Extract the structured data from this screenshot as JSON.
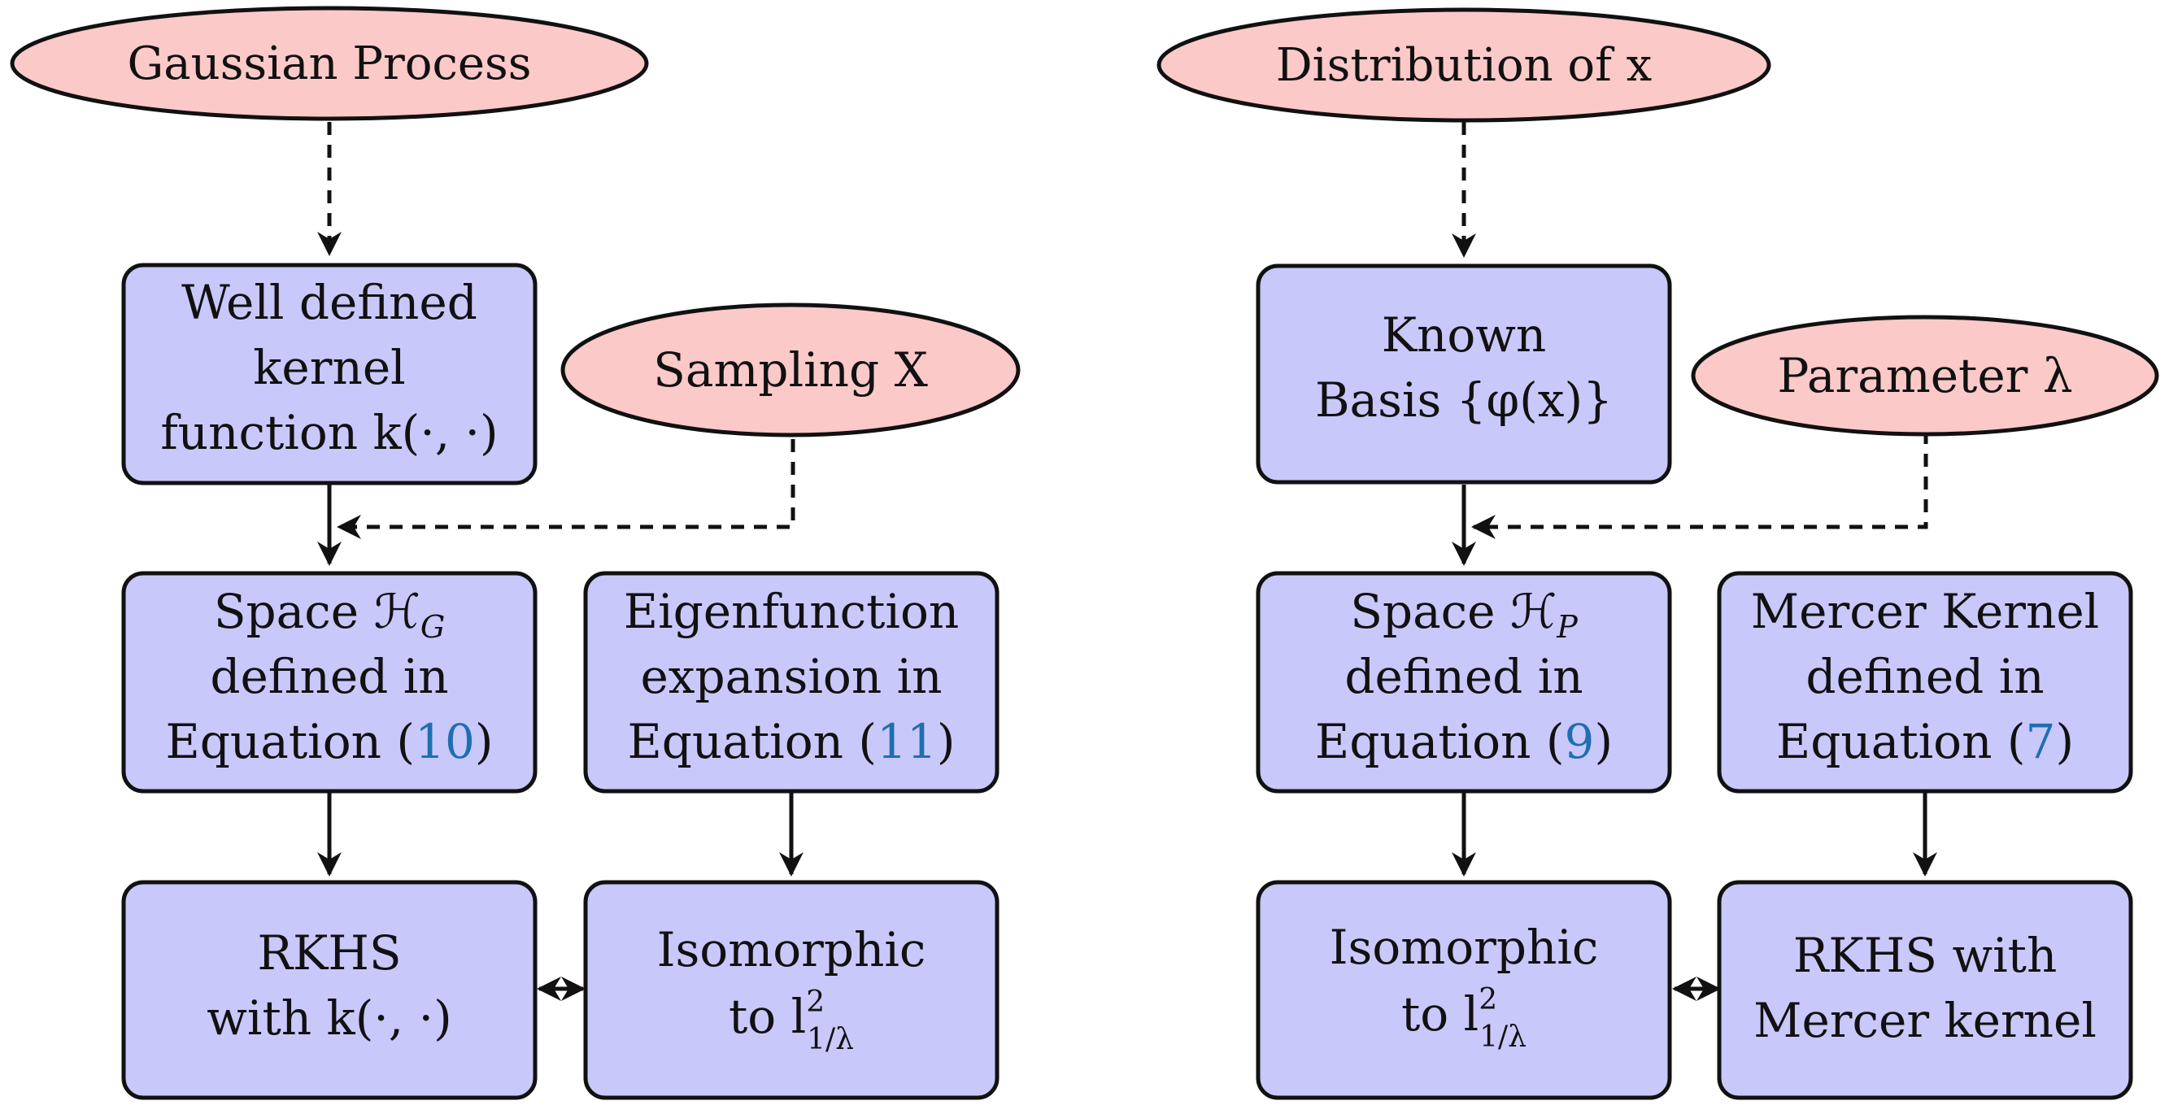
{
  "left": {
    "source": "Gaussian Process",
    "kernel_box": [
      "Well defined",
      "kernel",
      "function k(·, ·)"
    ],
    "sampling": "Sampling X",
    "space_box": {
      "line1": "Space ℋ",
      "sub": "G",
      "line2": "defined in",
      "line3_prefix": "Equation (",
      "ref": "10",
      "line3_suffix": ")"
    },
    "eigen_box": {
      "line1": "Eigenfunction",
      "line2": "expansion in",
      "line3_prefix": "Equation (",
      "ref": "11",
      "line3_suffix": ")"
    },
    "rkhs_box": [
      "RKHS",
      "with k(·, ·)"
    ],
    "iso_box": {
      "line1": "Isomorphic",
      "line2": "to l",
      "sup": "2",
      "sub": "1/λ"
    }
  },
  "right": {
    "source": "Distribution of x",
    "basis_box": [
      "Known",
      "Basis {φ(x)}"
    ],
    "parameter": "Parameter λ",
    "space_box": {
      "line1": "Space ℋ",
      "sub": "P",
      "line2": "defined in",
      "line3_prefix": "Equation (",
      "ref": "9",
      "line3_suffix": ")"
    },
    "mercer_box": {
      "line1": "Mercer Kernel",
      "line2": "defined in",
      "line3_prefix": "Equation (",
      "ref": "7",
      "line3_suffix": ")"
    },
    "iso_box": {
      "line1": "Isomorphic",
      "line2": "to l",
      "sup": "2",
      "sub": "1/λ"
    },
    "rkhs_box": [
      "RKHS with",
      "Mercer kernel"
    ]
  },
  "colors": {
    "box_fill": "#c9c8fb",
    "ellipse_fill": "#fbc9c8",
    "reference_link": "#1f6fb0",
    "stroke": "#111111"
  }
}
